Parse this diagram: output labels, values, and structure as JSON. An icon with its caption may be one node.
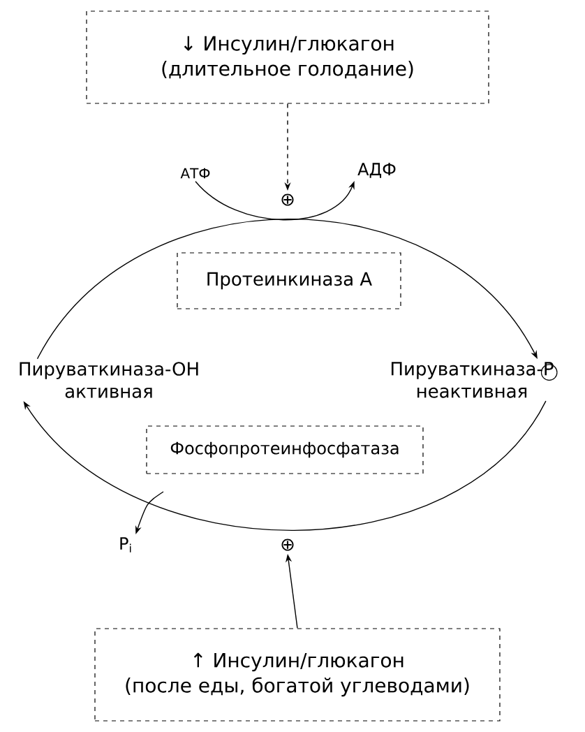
{
  "diagram": {
    "nodes": [
      {
        "text": [
          "↓ Инсулин/глюкагон",
          "(длительное голодание)"
        ]
      },
      {
        "text": [
          "⊕"
        ]
      },
      {
        "text": [
          "АТФ"
        ]
      },
      {
        "text": [
          "АДФ"
        ]
      },
      {
        "text": [
          "Протеинкиназа А"
        ]
      },
      {
        "text": [
          "Пируваткиназа-OH",
          "активная"
        ]
      },
      {
        "text": [
          "Пируваткиназа-P",
          "неактивная"
        ]
      },
      {
        "text": [
          "Фосфопротеинфосфатаза"
        ]
      },
      {
        "text": [
          "P$_{i}$"
        ]
      },
      {
        "text": [
          "⊕"
        ]
      },
      {
        "text": [
          "↑ Инсулин/глюкагон",
          "(после еды, богатой углеводами)"
        ]
      }
    ],
    "edges": [
      {
        "from": 0,
        "to": 1,
        "arrow": "to",
        "style": "dashed"
      },
      {
        "from": 2,
        "to": 3,
        "arrow": "to"
      },
      {
        "from": 5,
        "to": 6,
        "arrow": "to"
      },
      {
        "from": 6,
        "to": 5,
        "arrow": "to"
      },
      {
        "from": null,
        "to": 8,
        "arrow": "to"
      },
      {
        "from": 10,
        "to": 9,
        "arrow": "to"
      }
    ]
  }
}
